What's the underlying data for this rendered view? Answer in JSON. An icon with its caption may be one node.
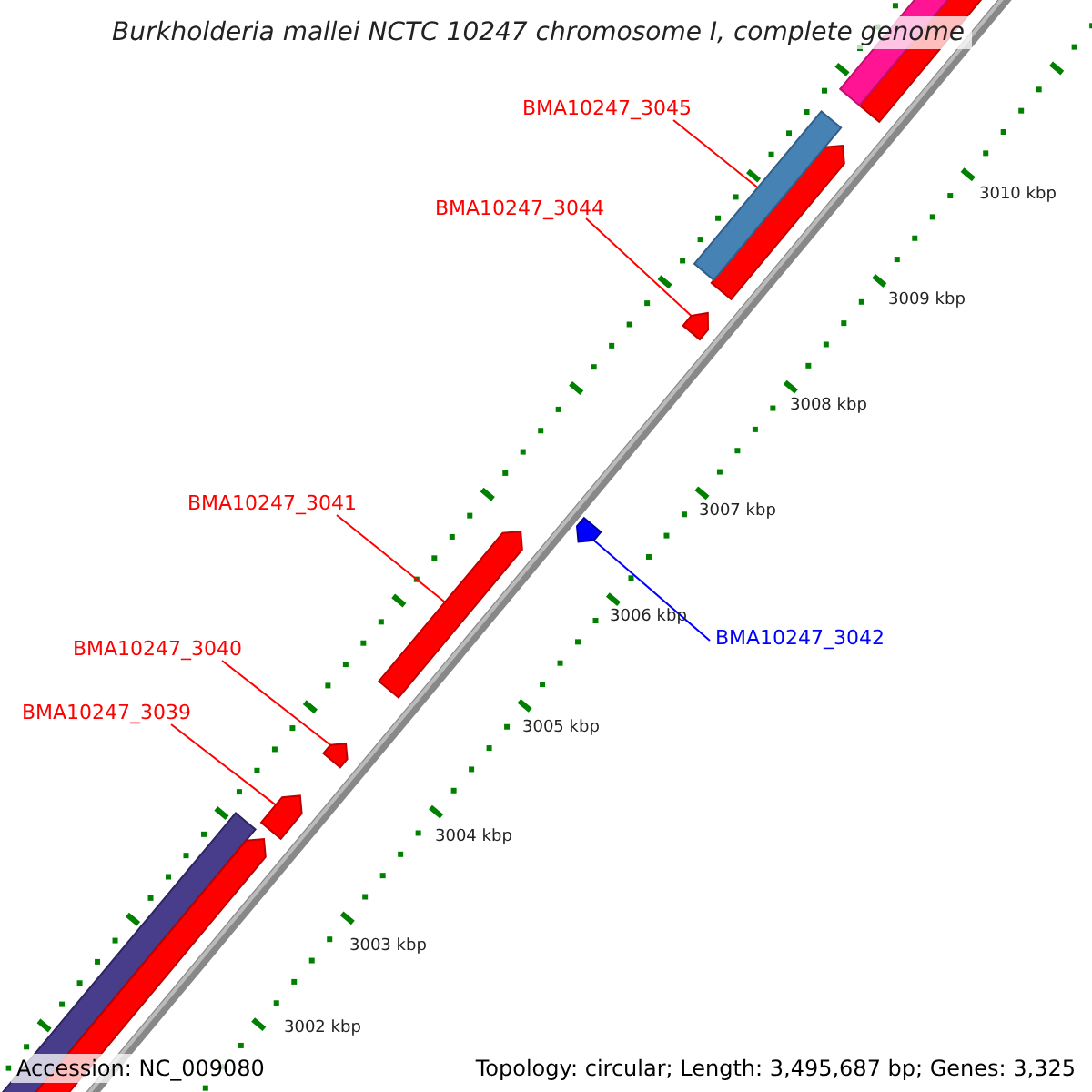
{
  "diagram": {
    "title": "Burkholderia mallei NCTC 10247 chromosome I, complete genome",
    "nodes": [
      {
        "text": [
          "BMA10247_3045"
        ]
      },
      {
        "text": [],
        "shape": "bar"
      },
      {
        "text": [
          "BMA10247_3044"
        ]
      },
      {
        "text": [],
        "shape": "pentagon"
      },
      {
        "text": [
          "BMA10247_3041"
        ]
      },
      {
        "text": [],
        "shape": "pentagon"
      },
      {
        "text": [
          "BMA10247_3042"
        ]
      },
      {
        "text": [],
        "shape": "pentagon"
      },
      {
        "text": [
          "BMA10247_3040"
        ]
      },
      {
        "text": [],
        "shape": "pentagon"
      },
      {
        "text": [
          "BMA10247_3039"
        ]
      },
      {
        "text": [],
        "shape": "pentagon"
      }
    ],
    "edges": [
      {
        "from": 0,
        "to": 1,
        "arrow": "none"
      },
      {
        "from": 2,
        "to": 3,
        "arrow": "none"
      },
      {
        "from": 4,
        "to": 5,
        "arrow": "none"
      },
      {
        "from": 6,
        "to": 7,
        "arrow": "none",
        "color": "#0000ff"
      },
      {
        "from": 8,
        "to": 9,
        "arrow": "none"
      },
      {
        "from": 10,
        "to": 11,
        "arrow": "none"
      }
    ],
    "labels": [
      "3010 kbp",
      "3009 kbp",
      "3008 kbp",
      "3007 kbp",
      "3006 kbp",
      "3005 kbp",
      "3004 kbp",
      "3003 kbp",
      "3002 kbp",
      "Accession: NC_009080",
      "Topology: circular; Length: 3,495,687 bp; Genes: 3,325"
    ]
  }
}
